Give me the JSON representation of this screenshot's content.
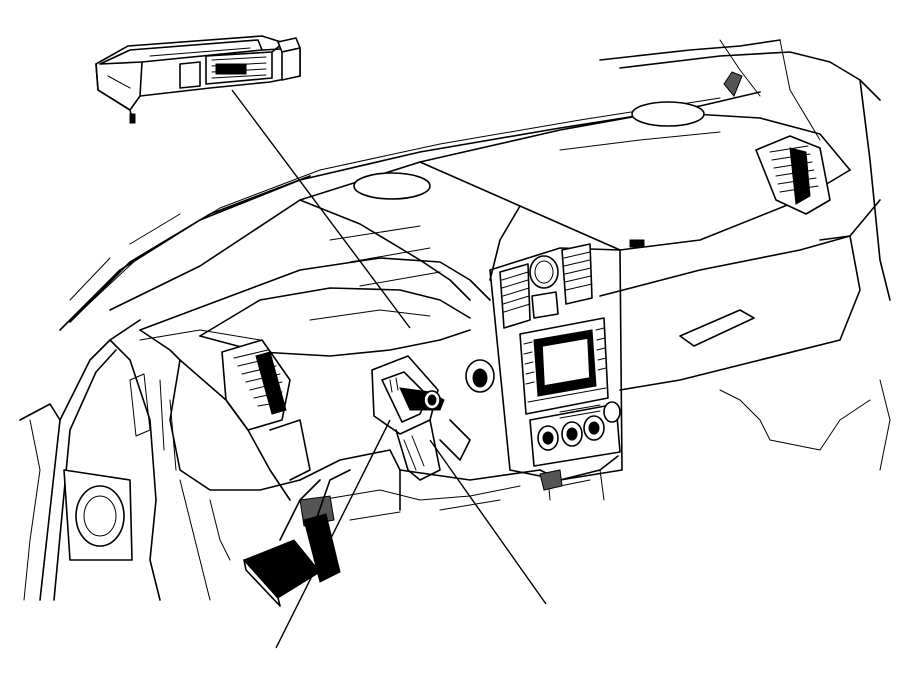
{
  "figure": {
    "background": "#ffffff",
    "line_color": "#000000",
    "callouts": [
      "module-box",
      "steering-column",
      "pedal-assembly"
    ],
    "labels": []
  }
}
